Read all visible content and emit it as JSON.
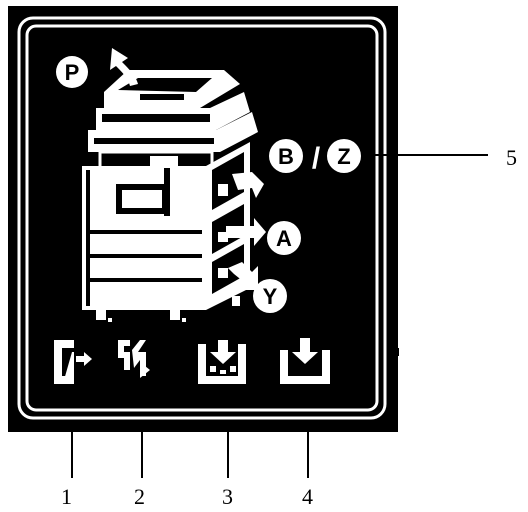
{
  "panel": {
    "background_color": "#000000",
    "frame_color": "#ffffff",
    "location_labels": [
      "P",
      "B",
      "/",
      "Z",
      "A",
      "Y"
    ]
  },
  "callouts": [
    "1",
    "2",
    "3",
    "4",
    "5"
  ],
  "icons": [
    "original-to-copy-icon",
    "paper-path-icon",
    "output-tray-open-icon",
    "output-tray-icon"
  ]
}
